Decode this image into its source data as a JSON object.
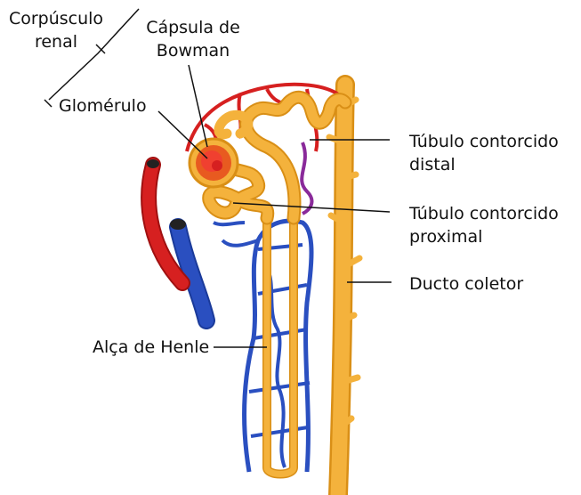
{
  "labels": {
    "corpusculo_line1": "Corpúsculo",
    "corpusculo_line2": "renal",
    "capsula_line1": "Cápsula de",
    "capsula_line2": "Bowman",
    "glomerulo": "Glomérulo",
    "distal_line1": "Túbulo contorcido",
    "distal_line2": "distal",
    "proximal_line1": "Túbulo contorcido",
    "proximal_line2": "proximal",
    "ducto": "Ducto coletor",
    "alca": "Alça de Henle"
  },
  "colors": {
    "tubule": "#f4b23c",
    "tubule_edge": "#d98f16",
    "artery": "#d62020",
    "vein": "#2a4fc0",
    "capillary_purple": "#8a2a9a",
    "capsule": "#e85a20",
    "leader_line": "#111111"
  }
}
